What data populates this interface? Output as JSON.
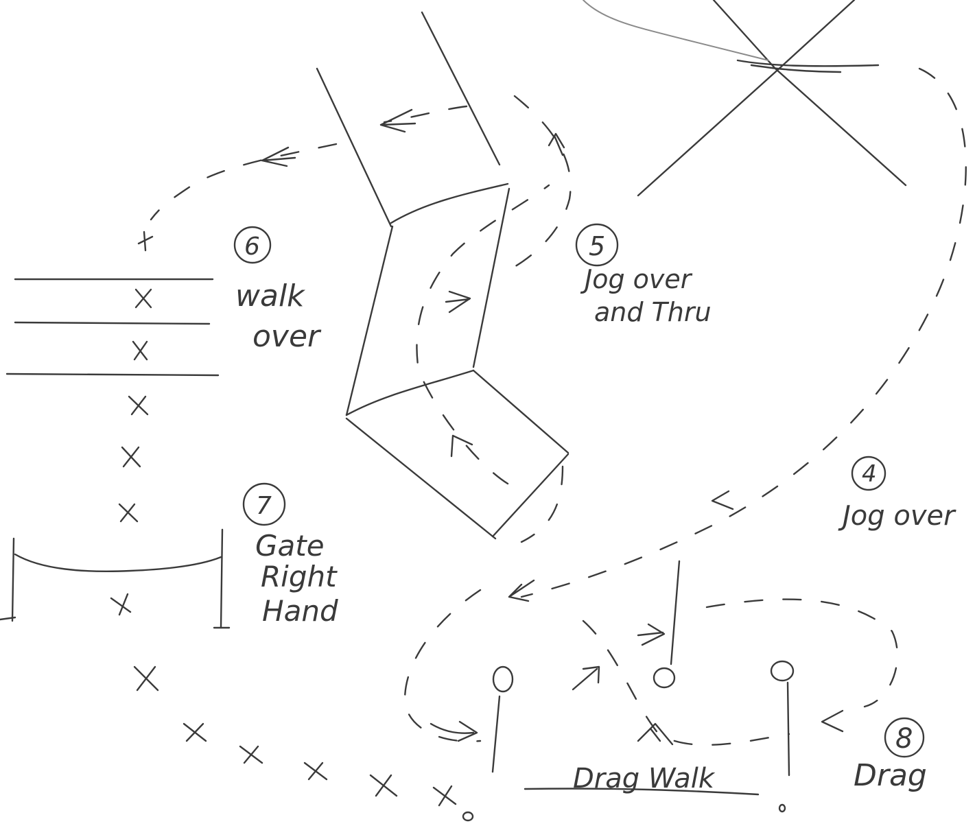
{
  "stations": [
    {
      "number": "4",
      "lines": [
        "Jog over"
      ]
    },
    {
      "number": "5",
      "lines": [
        "Jog over",
        "and Thru"
      ]
    },
    {
      "number": "6",
      "lines": [
        "walk",
        "over"
      ]
    },
    {
      "number": "7",
      "lines": [
        "Gate",
        "Right",
        "Hand"
      ]
    },
    {
      "number": "8",
      "lines": [
        "Drag"
      ]
    }
  ],
  "drag_walk_label": "Drag Walk",
  "ink_color": "#3a3a3a"
}
